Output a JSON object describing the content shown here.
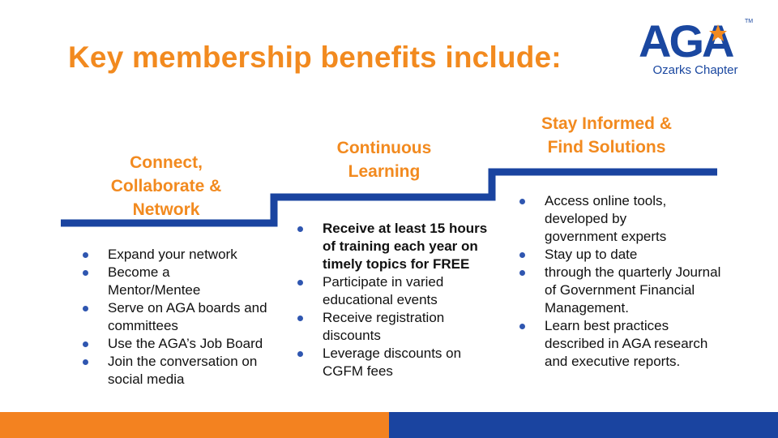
{
  "title": "Key membership benefits include:",
  "logo": {
    "mark": "AGA",
    "trademark": "TM",
    "chapter": "Ozarks Chapter",
    "colors": {
      "blue": "#1a47a0",
      "star": "#f28a1f"
    }
  },
  "columns": [
    {
      "heading": [
        "Connect,",
        "Collaborate &",
        "Network"
      ],
      "items": [
        {
          "text": "Expand your network",
          "bold": false
        },
        {
          "text": "Become a Mentor/Mentee",
          "bold": false
        },
        {
          "text": "Serve on AGA boards and committees",
          "bold": false
        },
        {
          "text": "Use the AGA’s Job Board",
          "bold": false
        },
        {
          "text": "Join the conversation on social media",
          "bold": false
        }
      ]
    },
    {
      "heading": [
        "Continuous",
        "Learning"
      ],
      "items": [
        {
          "text": "Receive at least 15 hours of training each year on timely topics for FREE",
          "bold": true
        },
        {
          "text": "Participate in varied educational events",
          "bold": false
        },
        {
          "text": "Receive registration discounts",
          "bold": false
        },
        {
          "text": "Leverage discounts on CGFM fees",
          "bold": false
        }
      ]
    },
    {
      "heading": [
        "Stay Informed &",
        "Find Solutions"
      ],
      "items": [
        {
          "text": "Access online tools, developed by government experts",
          "bold": false
        },
        {
          "text": "Stay up to date",
          "bold": false
        },
        {
          "text": "through the quarterly Journal of Government Financial Management.",
          "bold": false
        },
        {
          "text": "Learn best practices described in AGA research and executive reports.",
          "bold": false
        }
      ]
    }
  ],
  "colors": {
    "accent_orange": "#f28a1f",
    "stair_blue": "#1a44a0",
    "footer_orange": "#f38220",
    "footer_blue": "#1a44a0",
    "bullet": "#2f56b0"
  }
}
